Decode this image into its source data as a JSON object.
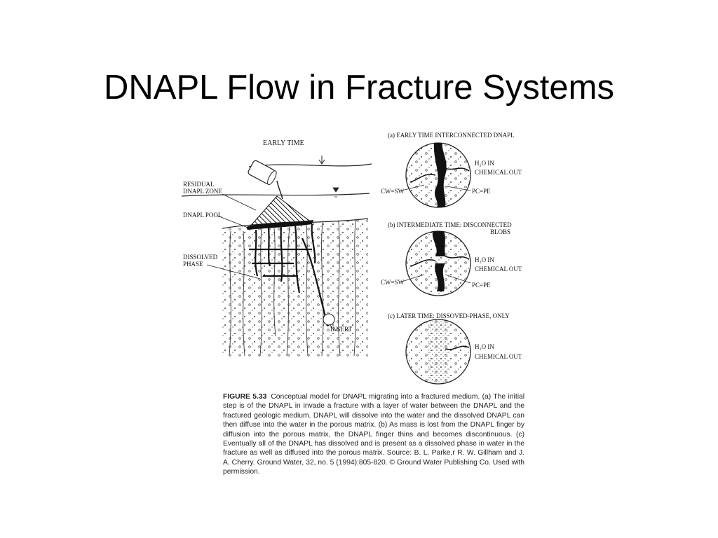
{
  "slide": {
    "title": "DNAPL Flow in Fracture Systems"
  },
  "diagram": {
    "early_time_label": "EARLY TIME",
    "residual_label_line1": "RESIDUAL",
    "residual_label_line2": "DNAPL ZONE",
    "pool_label": "DNAPL POOL",
    "dissolved_label_line1": "DISSOLVED",
    "dissolved_label_line2": "PHASE",
    "insert_label": "INSERT",
    "panels": [
      {
        "heading": "(a) EARLY TIME INTERCONNECTED DNAPL",
        "heading2": "",
        "h2o_in": "H₂O IN",
        "chemical_out": "CHEMICAL OUT",
        "cw_sw": "CW=SW",
        "pc_pe": "PC=PE"
      },
      {
        "heading": "(b) INTERMEDIATE TIME: DISCONNECTED",
        "heading2": "BLOBS",
        "h2o_in": "H₂O IN",
        "chemical_out": "CHEMICAL OUT",
        "cw_sw": "CW=SW",
        "pc_pe": "PC=PE"
      },
      {
        "heading": "(c) LATER TIME: DISSOVED-PHASE, ONLY",
        "heading2": "",
        "h2o_in": "H₂O IN",
        "chemical_out": "CHEMICAL OUT"
      }
    ]
  },
  "caption": {
    "figure_number": "FIGURE 5.33",
    "text": "Conceptual model for DNAPL migrating into a fractured medium. (a) The initial step is of the DNAPL in invade a fracture with a layer of water between the DNAPL and the fractured geologic medium. DNAPL will dissolve into the water and the dissolved DNAPL can then diffuse into the water in the porous matrix. (b) As mass is lost from the DNAPL finger by diffusion into the porous matrix, the DNAPL finger thins and becomes discontinuous. (c) Eventually all of the DNAPL has dissolved and is present as a dissolved phase in water in the fracture as well as diffused into the porous matrix. Source: B. L. Parke,r R. W. Gillham and J. A. Cherry. Ground Water, 32, no. 5 (1994):805-820. © Ground Water Publishing Co. Used with permission."
  }
}
